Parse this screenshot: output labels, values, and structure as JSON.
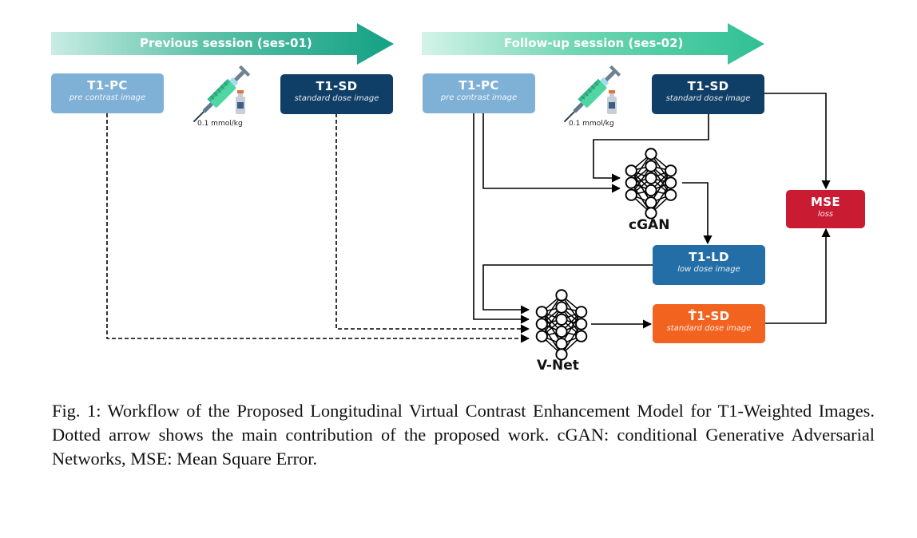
{
  "sessions": [
    {
      "label": "Previous session (ses-01)"
    },
    {
      "label": "Follow-up session (ses-02)"
    }
  ],
  "boxes": {
    "prev_t1pc": {
      "title": "T1-PC",
      "subtitle": "pre contrast image",
      "color": "#7fb0d6"
    },
    "prev_t1sd": {
      "title": "T1-SD",
      "subtitle": "standard dose image",
      "color": "#0f3e66"
    },
    "fu_t1pc": {
      "title": "T1-PC",
      "subtitle": "pre contrast image",
      "color": "#7fb0d6"
    },
    "fu_t1sd": {
      "title": "T1-SD",
      "subtitle": "standard dose image",
      "color": "#0f3e66"
    },
    "t1ld": {
      "title": "T1-LD",
      "subtitle": "low dose image",
      "color": "#236ea6"
    },
    "t1sd_hat": {
      "title": "T̂1-SD",
      "subtitle": "standard dose image",
      "color": "#f2631f"
    },
    "mse": {
      "title": "MSE",
      "subtitle": "loss",
      "color": "#c91c33"
    }
  },
  "injection": {
    "dose_label": "0.1 mmol/kg"
  },
  "networks": {
    "cgan": {
      "label": "cGAN"
    },
    "vnet": {
      "label": "V-Net"
    }
  },
  "caption": "Fig. 1: Workflow of the Proposed Longitudinal Virtual Contrast Enhancement Model for T1-Weighted Images. Dotted arrow shows the main contribution of the proposed work. cGAN: conditional Generative Adversarial Networks, MSE: Mean Square Error."
}
